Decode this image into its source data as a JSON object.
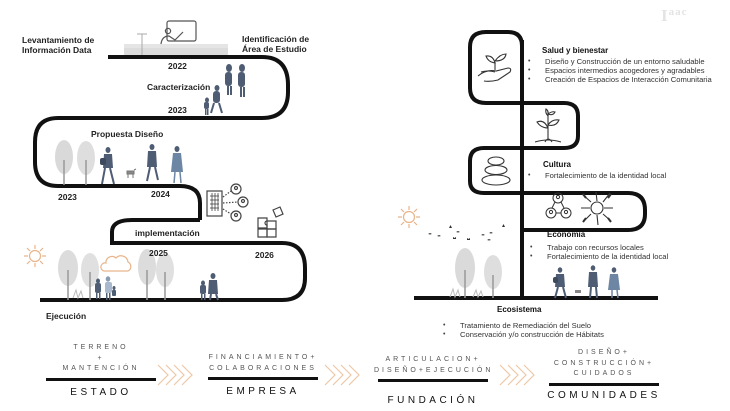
{
  "logo": {
    "text": "I",
    "sup": "aac"
  },
  "left_timeline": {
    "milestones": [
      {
        "id": "levantamiento",
        "lines": [
          "Levantamiento de",
          "Información Data"
        ]
      },
      {
        "id": "identificacion",
        "lines": [
          "Identificación de",
          "Área de Estudio"
        ]
      },
      {
        "id": "caracterizacion",
        "lines": [
          "Caracterización"
        ]
      },
      {
        "id": "propuesta",
        "lines": [
          "Propuesta Diseño"
        ]
      },
      {
        "id": "implementacion",
        "lines": [
          "implementación"
        ]
      },
      {
        "id": "ejecucion",
        "lines": [
          "Ejecución"
        ]
      }
    ],
    "years": [
      "2022",
      "2023",
      "2023",
      "2024",
      "2025",
      "2026"
    ]
  },
  "right_tree": {
    "sections": [
      {
        "title": "Salud y bienestar",
        "bullets": [
          "Diseño y Construcción de un entorno saludable",
          "Espacios intermedios acogedores y agradables",
          "Creación de Espacios de Interacción Comunitaria"
        ]
      },
      {
        "title": "Cultura",
        "bullets": [
          "Fortalecimiento de la identidad local"
        ]
      },
      {
        "title": "Economía",
        "bullets": [
          "Trabajo con recursos locales",
          "Fortalecimiento de la identidad local"
        ]
      },
      {
        "title": "Ecosistema",
        "bullets": [
          "Tratamiento de Remediación del Suelo",
          "Conservación y/o construcción de Hábitats"
        ]
      }
    ]
  },
  "stages": [
    {
      "top_lines": [
        "TERRENO",
        "+",
        "MANTENCIÓN"
      ],
      "actor": "ESTADO"
    },
    {
      "top_lines": [
        "FINANCIAMIENTO+",
        "COLABORACIONES"
      ],
      "actor": "EMPRESA"
    },
    {
      "top_lines": [
        "ARTICULACION+",
        "DISEÑO+EJECUCIÓN"
      ],
      "actor": "FUNDACIÓN"
    },
    {
      "top_lines": [
        "DISEÑO+",
        "CONSTRUCCIÓN+",
        "CUIDADOS"
      ],
      "actor": "COMUNIDADES"
    }
  ],
  "colors": {
    "path": "#111111",
    "accent": "#e8b48a",
    "figure": "#4e5d74",
    "tree": "#d4d4d4"
  }
}
